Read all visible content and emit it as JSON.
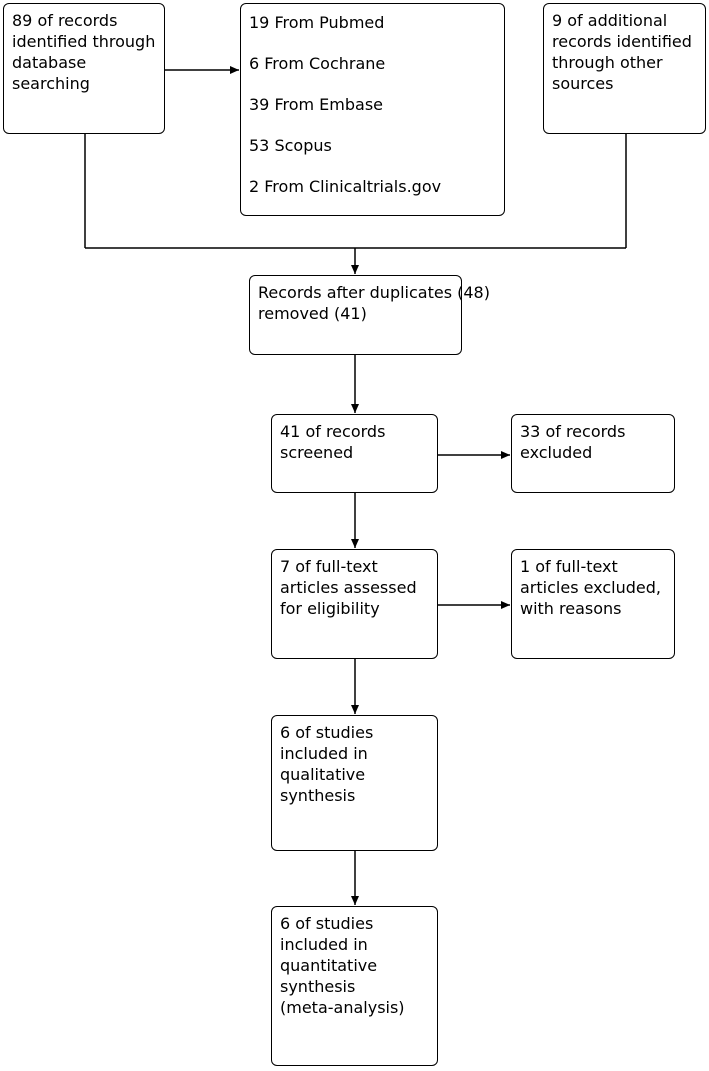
{
  "boxes": {
    "identified": [
      "89 of records",
      "identified through",
      "database",
      "searching"
    ],
    "sources": [
      "19 From Pubmed",
      "6 From Cochrane",
      "39 From Embase",
      "53 Scopus",
      "2 From Clinicaltrials.gov"
    ],
    "additional": [
      "9 of additional",
      "records identified",
      "through other",
      "sources"
    ],
    "duplicates": [
      "Records after duplicates (48)",
      "removed (41)"
    ],
    "screened": [
      "41 of records",
      "screened"
    ],
    "excluded": [
      "33 of records",
      "excluded"
    ],
    "fulltext": [
      "7 of full-text",
      "articles assessed",
      "for eligibility"
    ],
    "fulltext_excluded": [
      "1 of full-text",
      "articles excluded,",
      "with reasons"
    ],
    "qualitative": [
      "6 of studies",
      "included in",
      "qualitative",
      "synthesis"
    ],
    "quantitative": [
      "6 of studies",
      "included in",
      "quantitative",
      "synthesis",
      "(meta-analysis)"
    ]
  }
}
